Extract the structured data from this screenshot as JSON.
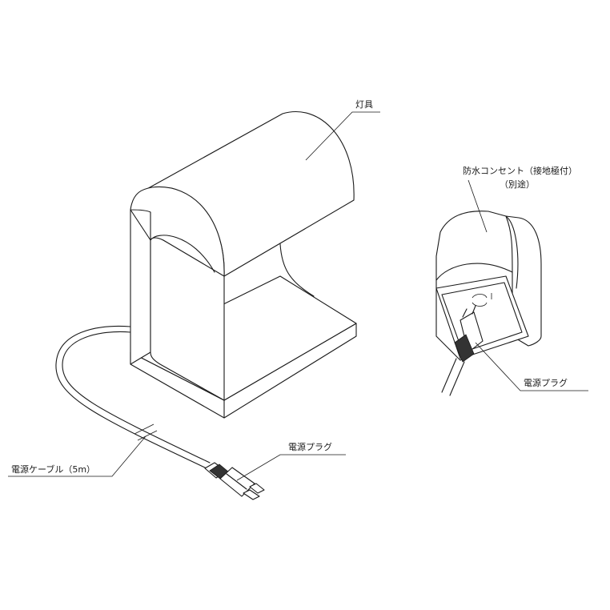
{
  "labels": {
    "fixture": "灯具",
    "outlet_line1": "防水コンセント（接地極付）",
    "outlet_line2": "（別途）",
    "plug_right": "電源プラグ",
    "plug_left": "電源プラグ",
    "cable": "電源ケーブル（5m）"
  }
}
